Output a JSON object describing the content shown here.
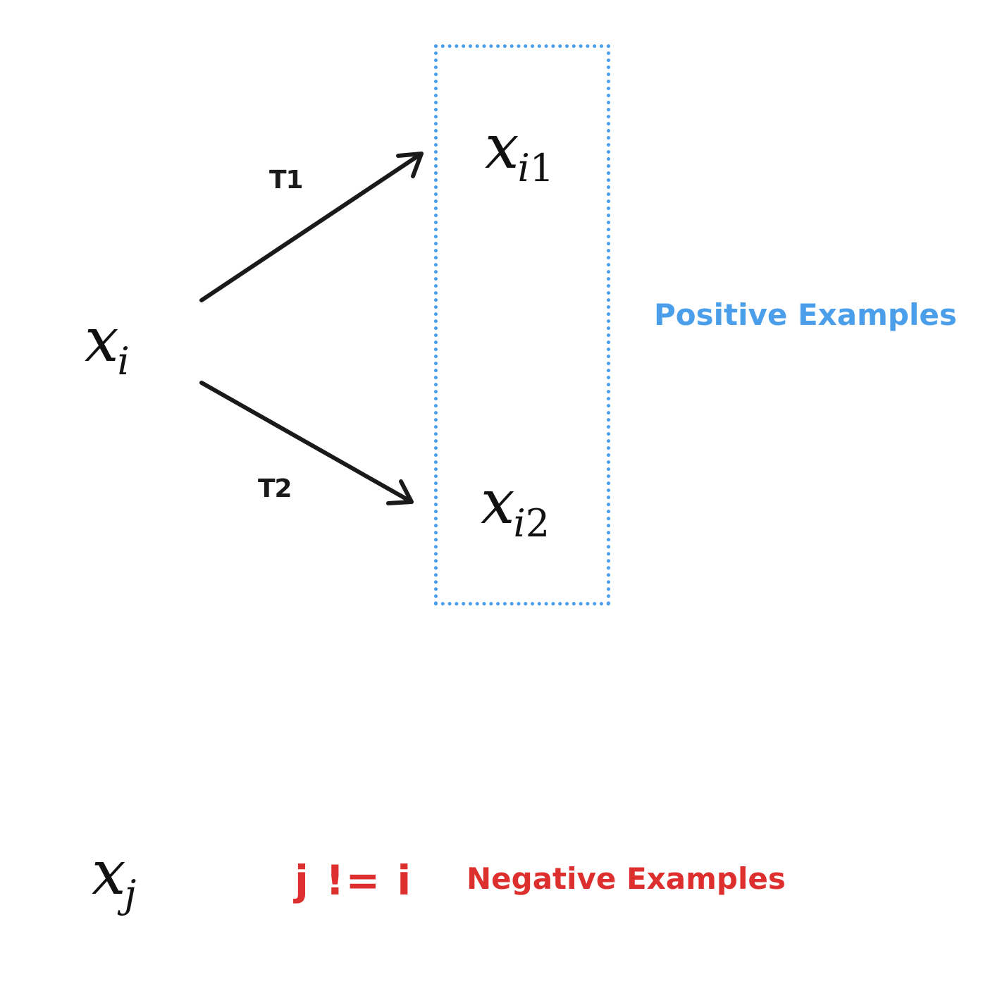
{
  "nodes": {
    "source": {
      "base": "x",
      "sub": "i",
      "sub_digit": ""
    },
    "view1": {
      "base": "x",
      "sub": "i",
      "sub_digit": "1"
    },
    "view2": {
      "base": "x",
      "sub": "i",
      "sub_digit": "2"
    },
    "other": {
      "base": "x",
      "sub": "j",
      "sub_digit": ""
    }
  },
  "edges": {
    "t1_label": "T1",
    "t2_label": "T2"
  },
  "labels": {
    "positive": "Positive Examples",
    "negative": "Negative Examples",
    "condition": "j != i"
  },
  "colors": {
    "positive": "#4a9eea",
    "negative": "#de2f2f",
    "ink": "#1a1a1a"
  }
}
